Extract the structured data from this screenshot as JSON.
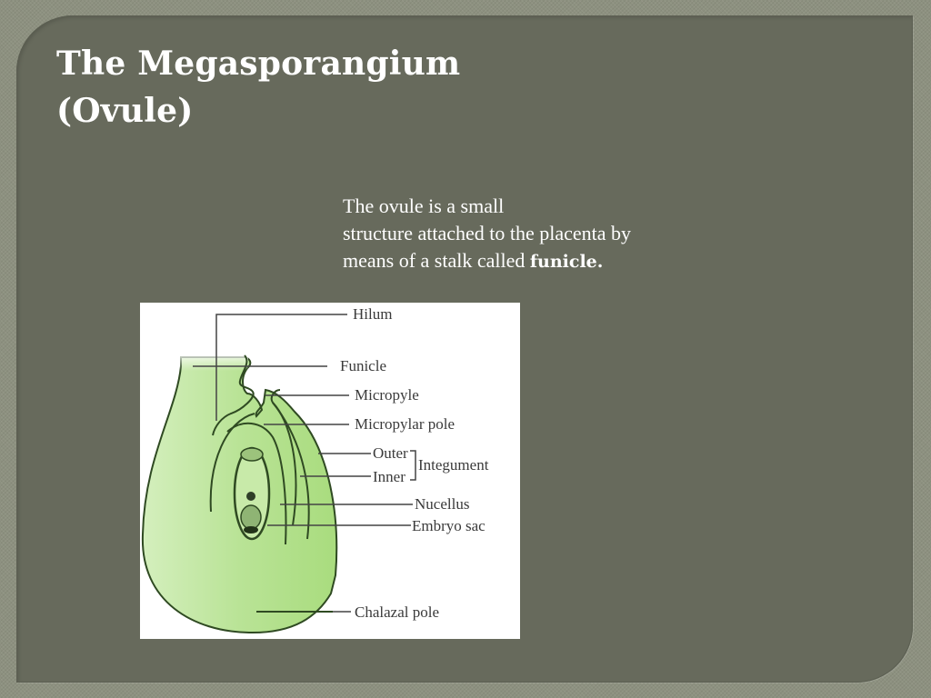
{
  "slide": {
    "title_lines": [
      "The Megasporangium",
      "(Ovule)"
    ],
    "body": {
      "line1": "The ovule is a small",
      "line2": "structure attached to the placenta by",
      "line3_prefix": "means of a stalk called ",
      "line3_bold": "funicle."
    }
  },
  "diagram": {
    "labels": {
      "hilum": "Hilum",
      "funicle": "Funicle",
      "micropyle": "Micropyle",
      "micropylar_pole": "Micropylar pole",
      "outer": "Outer",
      "inner": "Inner",
      "integument": "Integument",
      "nucellus": "Nucellus",
      "embryo_sac": "Embryo sac",
      "chalazal_pole": "Chalazal pole"
    },
    "colors": {
      "ovule_fill": "#b5e08f",
      "ovule_fill_light": "#d4efbd",
      "outline": "#2f4a22",
      "leader_line": "#444444"
    }
  },
  "theme": {
    "background": "#8d9180",
    "panel": "#676a5c",
    "text": "#ffffff"
  }
}
